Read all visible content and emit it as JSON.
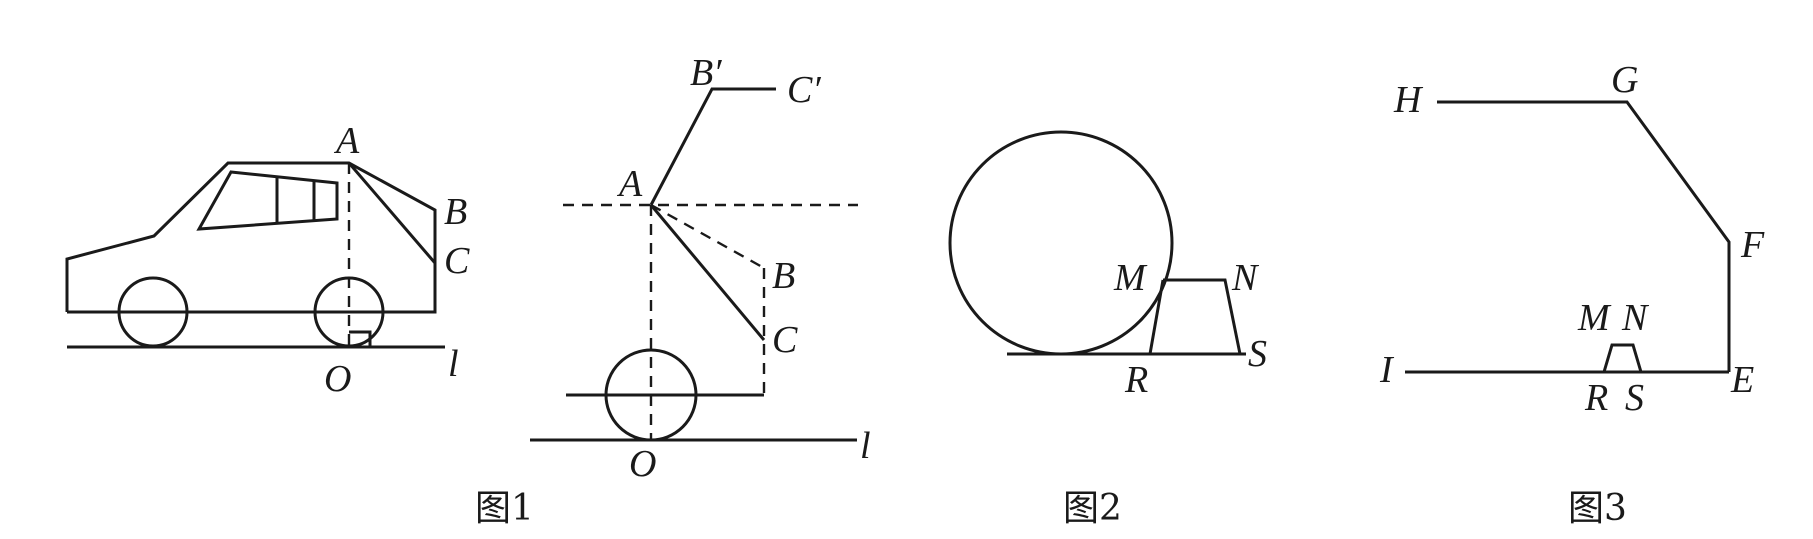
{
  "figure1": {
    "caption": "图1",
    "car_labels": {
      "A": "A",
      "B": "B",
      "C": "C",
      "O": "O",
      "l": "l"
    },
    "side_labels": {
      "A": "A",
      "B": "B",
      "C": "C",
      "B_prime": "B′",
      "C_prime": "C′",
      "O": "O",
      "l": "l"
    }
  },
  "figure2": {
    "caption": "图2",
    "labels": {
      "M": "M",
      "N": "N",
      "R": "R",
      "S": "S"
    }
  },
  "figure3": {
    "caption": "图3",
    "labels": {
      "H": "H",
      "G": "G",
      "F": "F",
      "E": "E",
      "I": "I",
      "M": "M",
      "N": "N",
      "R": "R",
      "S": "S"
    }
  }
}
